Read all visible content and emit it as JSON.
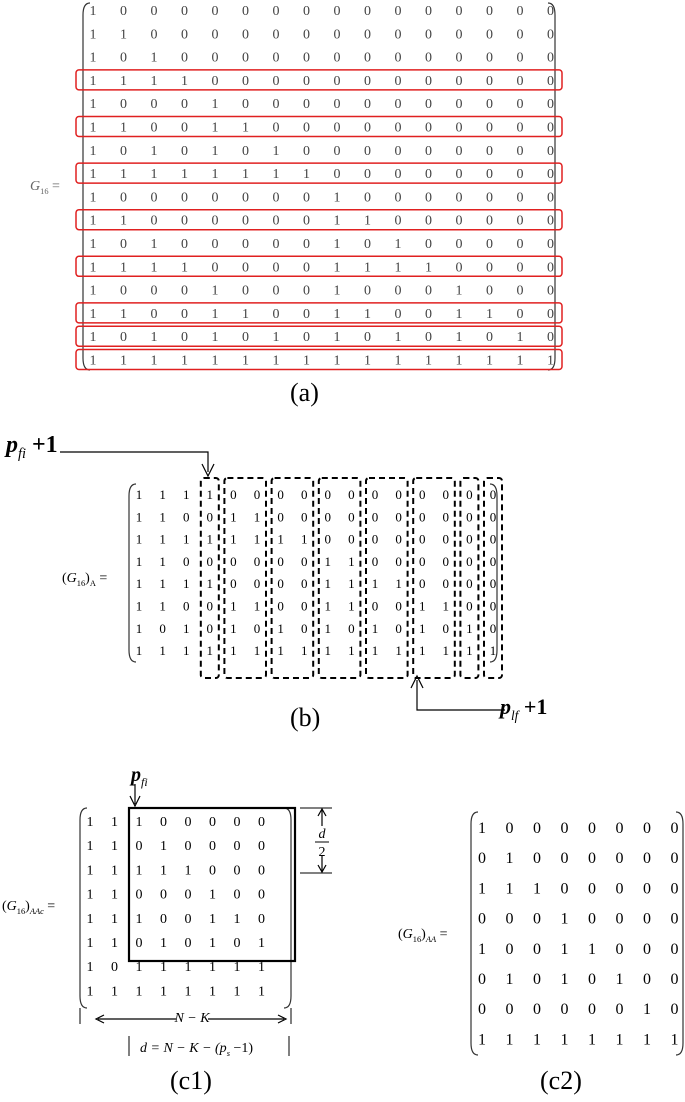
{
  "matrix_a": {
    "label": "G",
    "label_sub": "16",
    "label_eq": "=",
    "rows": [
      "1000000000000000",
      "1100000000000000",
      "1010000000000000",
      "1111000000000000",
      "1000100000000000",
      "1100110000000000",
      "1010101000000000",
      "1111111100000000",
      "1000000010000000",
      "1100000011000000",
      "1010000010100000",
      "1111000011110000",
      "1000100010001000",
      "1100110011001100",
      "1010101010101010",
      "1111111111111111"
    ],
    "highlighted_rows": [
      4,
      6,
      8,
      10,
      12,
      14,
      15,
      16
    ],
    "highlight_color": "#e02020",
    "caption": "(a)"
  },
  "matrix_b": {
    "label": "(G",
    "label_sub": "16",
    "label_close": ")",
    "label_sub2": "A",
    "label_eq": "=",
    "rows": [
      "1111000000000000",
      "1100110000000000",
      "1111111100000000",
      "1100000011000000",
      "1111000011110000",
      "1100110011001100",
      "1010101010101010",
      "1111111111111111"
    ],
    "dashed_column_groups": [
      [
        4
      ],
      [
        5,
        6
      ],
      [
        7,
        8
      ],
      [
        9,
        10
      ],
      [
        11,
        12
      ],
      [
        13,
        14
      ],
      [
        15
      ],
      [
        16
      ]
    ],
    "arrow_top_label": "p",
    "arrow_top_sub": "fi",
    "arrow_top_suffix": "+1",
    "arrow_bottom_label": "p",
    "arrow_bottom_sub": "lf",
    "arrow_bottom_suffix": "+1",
    "caption": "(b)"
  },
  "matrix_c1": {
    "label": "(G",
    "label_sub": "16",
    "label_close": ")",
    "label_sub2": "AAc",
    "label_eq": "=",
    "rows": [
      "11100000",
      "11010000",
      "11111000",
      "11000100",
      "11100110",
      "11010101",
      "10111111",
      "11111111"
    ],
    "box_top_label": "p",
    "box_top_sub": "fi",
    "d_label": "d",
    "d_den": "2",
    "width_label": "N − K",
    "formula": "d = N − K − (p",
    "formula_sub": "s",
    "formula_end": " −1)",
    "caption": "(c1)"
  },
  "matrix_c2": {
    "label": "(G",
    "label_sub": "16",
    "label_close": ")",
    "label_sub2": "AA",
    "label_eq": "=",
    "rows": [
      "10000000",
      "01000000",
      "11100000",
      "00010000",
      "10011000",
      "01010100",
      "00000010",
      "11111111"
    ],
    "caption": "(c2)"
  }
}
